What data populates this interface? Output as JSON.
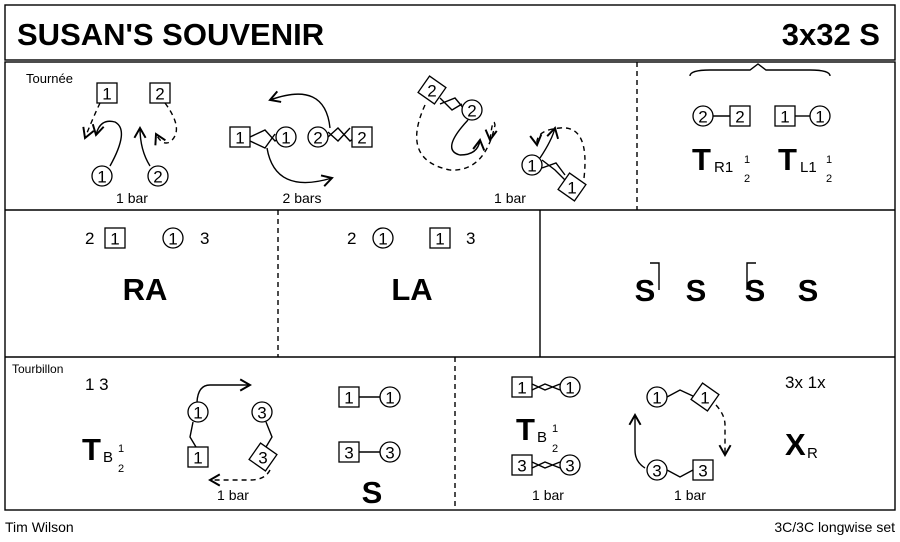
{
  "header": {
    "title": "SUSAN'S SOUVENIR",
    "formation": "3x32 S"
  },
  "footer": {
    "author": "Tim Wilson",
    "set": "3C/3C longwise set"
  },
  "row1": {
    "label": "Tournée",
    "bars": [
      "1 bar",
      "2 bars",
      "1 bar"
    ],
    "dancers": [
      "1",
      "2",
      "1",
      "2",
      "1",
      "1",
      "2",
      "2",
      "2",
      "2",
      "1",
      "1"
    ],
    "summary_dancers": [
      "2",
      "2",
      "1",
      "1"
    ],
    "turn_right": {
      "main": "T",
      "sub": "R1",
      "num": "1",
      "den": "2"
    },
    "turn_left": {
      "main": "T",
      "sub": "L1",
      "num": "1",
      "den": "2"
    }
  },
  "row2": {
    "left": {
      "a": "2",
      "b": "3",
      "dancers": [
        "1",
        "1"
      ],
      "figure": "RA"
    },
    "middle": {
      "a": "2",
      "b": "3",
      "dancers": [
        "1",
        "1"
      ],
      "figure": "LA"
    },
    "right": {
      "setting": [
        "S",
        "S",
        "S",
        "S"
      ]
    }
  },
  "row3": {
    "label": "Tourbillon",
    "couples": "1 3",
    "turn": {
      "main": "T",
      "sub": "B",
      "num": "1",
      "den": "2"
    },
    "bars": [
      "1 bar",
      "1 bar",
      "1 bar"
    ],
    "dancers": [
      "1",
      "3",
      "1",
      "3",
      "1",
      "1",
      "3",
      "3",
      "1",
      "1",
      "3",
      "3",
      "1",
      "1",
      "3",
      "3"
    ],
    "set_label": "S",
    "turn2": {
      "main": "T",
      "sub": "B",
      "num": "1",
      "den": "2"
    },
    "ending": "3x 1x",
    "cross": {
      "main": "X",
      "sub": "R"
    }
  }
}
